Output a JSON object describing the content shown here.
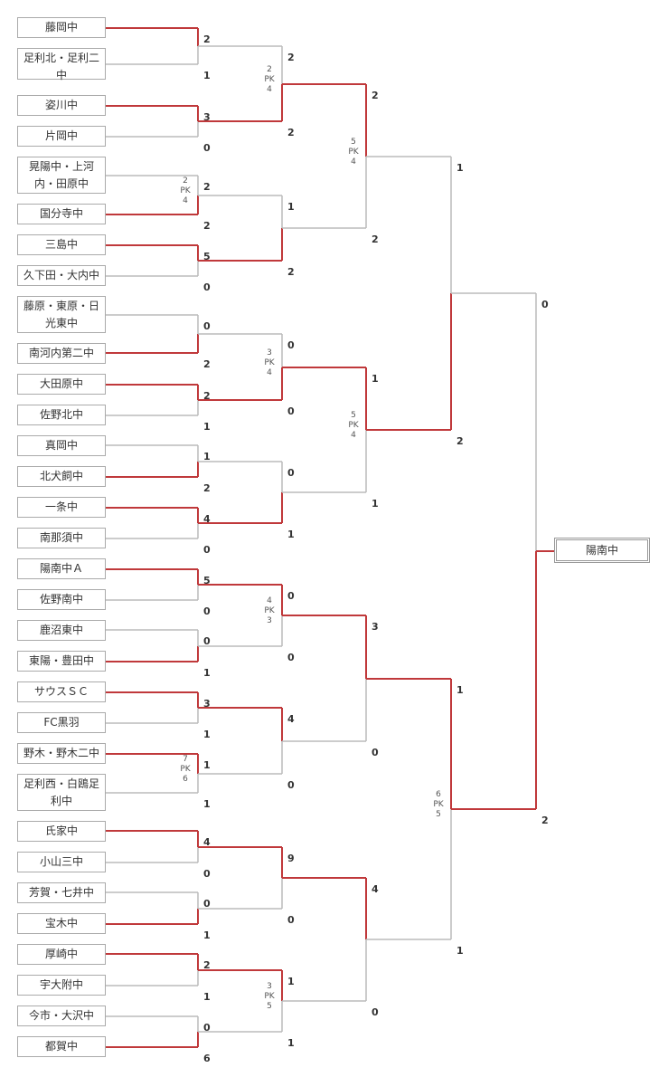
{
  "teams": [
    "藤岡中",
    "足利北・足利二中",
    "姿川中",
    "片岡中",
    "晃陽中・上河内・田原中",
    "国分寺中",
    "三島中",
    "久下田・大内中",
    "藤原・東原・日光東中",
    "南河内第二中",
    "大田原中",
    "佐野北中",
    "真岡中",
    "北犬飼中",
    "一条中",
    "南那須中",
    "陽南中Ａ",
    "佐野南中",
    "鹿沼東中",
    "東陽・豊田中",
    "サウスＳＣ",
    "FC黒羽",
    "野木・野木二中",
    "足利西・白鴎足利中",
    "氏家中",
    "小山三中",
    "芳賀・七井中",
    "宝木中",
    "厚崎中",
    "宇大附中",
    "今市・大沢中",
    "都賀中"
  ],
  "champion": "陽南中",
  "pk_label": "PK",
  "rounds": [
    [
      {
        "s": [
          "2",
          "1"
        ],
        "w": 0
      },
      {
        "s": [
          "3",
          "0"
        ],
        "w": 0
      },
      {
        "s": [
          "2",
          "2"
        ],
        "w": 1,
        "pk": [
          "2",
          "4"
        ]
      },
      {
        "s": [
          "5",
          "0"
        ],
        "w": 0
      },
      {
        "s": [
          "0",
          "2"
        ],
        "w": 1
      },
      {
        "s": [
          "2",
          "1"
        ],
        "w": 0
      },
      {
        "s": [
          "1",
          "2"
        ],
        "w": 1
      },
      {
        "s": [
          "4",
          "0"
        ],
        "w": 0
      },
      {
        "s": [
          "5",
          "0"
        ],
        "w": 0
      },
      {
        "s": [
          "0",
          "1"
        ],
        "w": 1
      },
      {
        "s": [
          "3",
          "1"
        ],
        "w": 0
      },
      {
        "s": [
          "1",
          "1"
        ],
        "w": 0,
        "pk": [
          "7",
          "6"
        ]
      },
      {
        "s": [
          "4",
          "0"
        ],
        "w": 0
      },
      {
        "s": [
          "0",
          "1"
        ],
        "w": 1
      },
      {
        "s": [
          "2",
          "1"
        ],
        "w": 0
      },
      {
        "s": [
          "0",
          "6"
        ],
        "w": 1
      }
    ],
    [
      {
        "s": [
          "2",
          "2"
        ],
        "w": 1,
        "pk": [
          "2",
          "4"
        ]
      },
      {
        "s": [
          "1",
          "2"
        ],
        "w": 1
      },
      {
        "s": [
          "0",
          "0"
        ],
        "w": 1,
        "pk": [
          "3",
          "4"
        ]
      },
      {
        "s": [
          "0",
          "1"
        ],
        "w": 1
      },
      {
        "s": [
          "0",
          "0"
        ],
        "w": 0,
        "pk": [
          "4",
          "3"
        ]
      },
      {
        "s": [
          "4",
          "0"
        ],
        "w": 0
      },
      {
        "s": [
          "9",
          "0"
        ],
        "w": 0
      },
      {
        "s": [
          "1",
          "1"
        ],
        "w": 0,
        "pk": [
          "3",
          "5"
        ]
      }
    ],
    [
      {
        "s": [
          "2",
          "2"
        ],
        "w": 0,
        "pk": [
          "5",
          "4"
        ]
      },
      {
        "s": [
          "1",
          "1"
        ],
        "w": 0,
        "pk": [
          "5",
          "4"
        ]
      },
      {
        "s": [
          "3",
          "0"
        ],
        "w": 0
      },
      {
        "s": [
          "4",
          "0"
        ],
        "w": 0
      }
    ],
    [
      {
        "s": [
          "1",
          "2"
        ],
        "w": 1
      },
      {
        "s": [
          "1",
          "1"
        ],
        "w": 0,
        "pk": [
          "6",
          "5"
        ]
      }
    ],
    [
      {
        "s": [
          "0",
          "2"
        ],
        "w": 1
      }
    ]
  ],
  "colors": {
    "win": "#c0393b",
    "lose": "#bbbbbb",
    "border": "#aaaaaa"
  }
}
